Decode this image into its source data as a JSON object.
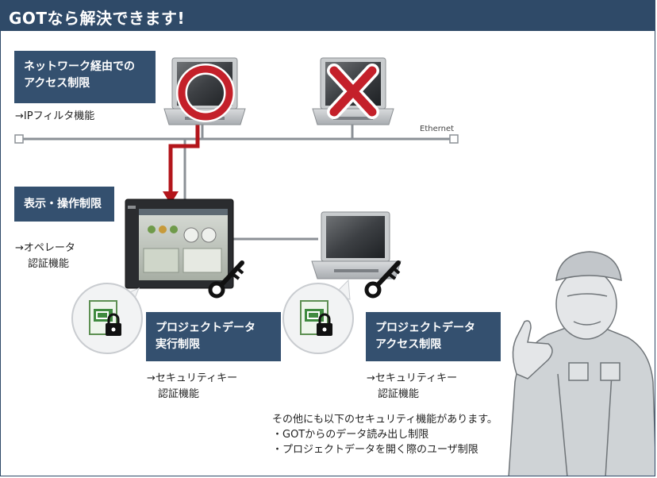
{
  "header": {
    "title": "GOTなら解決できます!"
  },
  "network": {
    "box_line1": "ネットワーク経由での",
    "box_line2": "アクセス制限",
    "caption": "→IPフィルタ機能",
    "ethernet_label": "Ethernet"
  },
  "display": {
    "box_label": "表示・操作制限",
    "caption_line1": "→オペレータ",
    "caption_line2": "認証機能"
  },
  "exec": {
    "box_line1": "プロジェクトデータ",
    "box_line2": "実行制限",
    "caption_line1": "→セキュリティキー",
    "caption_line2": "認証機能"
  },
  "access": {
    "box_line1": "プロジェクトデータ",
    "box_line2": "アクセス制限",
    "caption_line1": "→セキュリティキー",
    "caption_line2": "認証機能"
  },
  "note": {
    "line1": "その他にも以下のセキュリティ機能があります。",
    "line2": "・GOTからのデータ読み出し制限",
    "line3": "・プロジェクトデータを開く際のユーザ制限"
  },
  "colors": {
    "header_bg": "#2f4a68",
    "label_bg": "#34506f",
    "arrow_red": "#b3151b",
    "ok_mark": "#c4202a",
    "ng_mark": "#c4202a"
  }
}
